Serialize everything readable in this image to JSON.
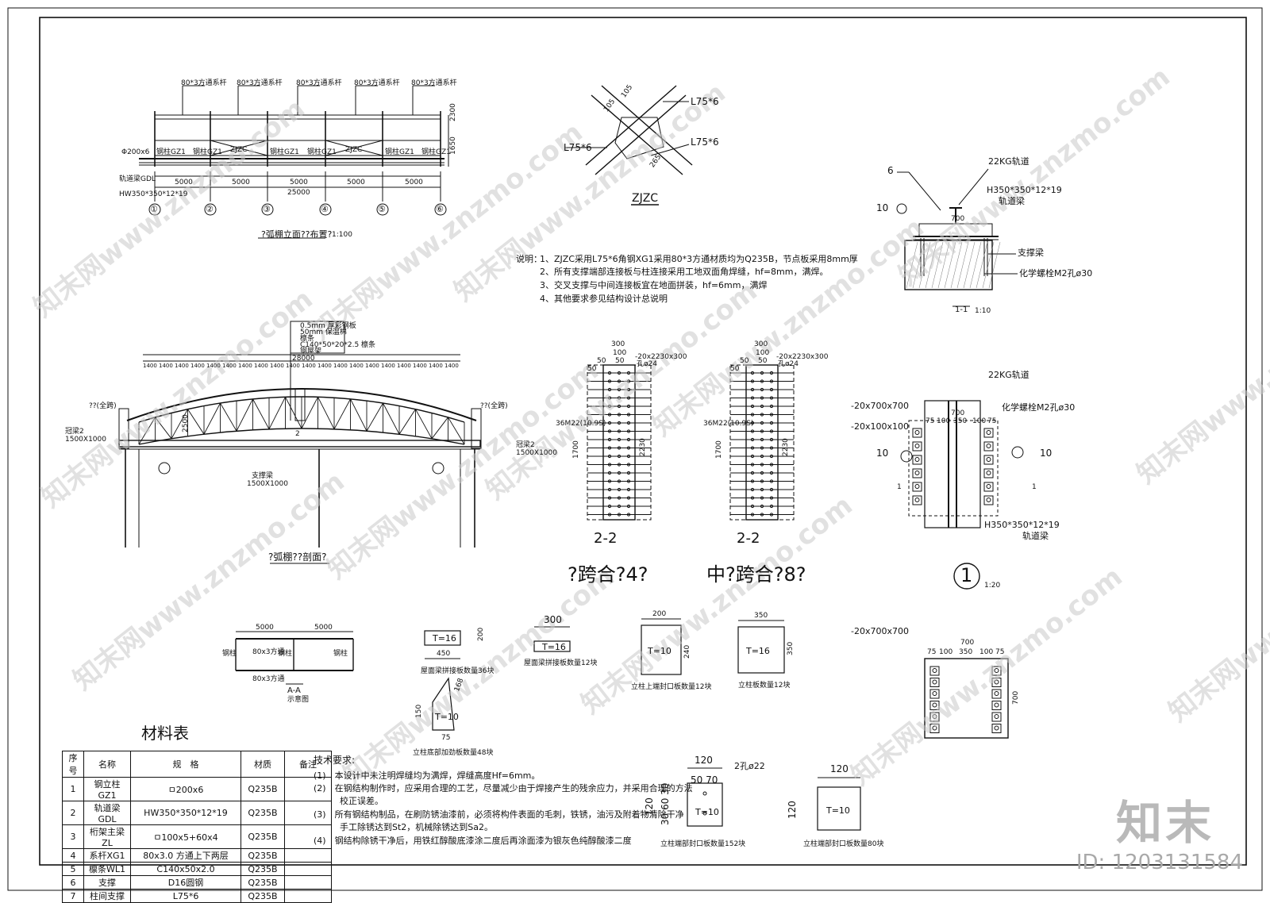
{
  "front_view": {
    "top_labels": [
      "80*3方通系杆",
      "80*3方通系杆",
      "80*3方通系杆",
      "80*3方通系杆",
      "80*3方通系杆"
    ],
    "bays": [
      "5000",
      "5000",
      "5000",
      "5000",
      "5000"
    ],
    "total": "25000",
    "axes": [
      "①",
      "②",
      "③",
      "④",
      "⑤",
      "⑥"
    ],
    "heights": [
      "2300",
      "1650"
    ],
    "brace_label": "ZJZC",
    "gz_labels": [
      "钢柱GZ1",
      "钢柱GZ1",
      "钢柱GZ1",
      "钢柱GZ1",
      "钢柱GZ1",
      "钢柱GZ1"
    ],
    "left_labels": [
      "Φ200x6",
      "轨道梁GDL",
      "HW350*350*12*19"
    ],
    "title": "?弧棚立面??布置?",
    "scale": "1:100"
  },
  "section_view": {
    "layers": [
      "0.5mm 厚彩钢板",
      "50mm 保温棉",
      "檩条",
      "C140*50*20*2.5 檩条",
      "钢屋架"
    ],
    "total": "28000",
    "panels": [
      "1400",
      "1400",
      "1400",
      "1400",
      "1400",
      "1400",
      "1400",
      "1400",
      "1400",
      "1400",
      "1400",
      "1400",
      "1400",
      "1400",
      "1400",
      "1400",
      "1400",
      "1400",
      "1400",
      "1400"
    ],
    "height": "2500",
    "left_tag": "??(全跨)",
    "right_tag": "??(全跨)",
    "beam_left": "冠梁2",
    "beam_left_size": "1500X1000",
    "beam_right": "冠梁2",
    "beam_right_size": "1500X1000",
    "support_beam": "支撑梁",
    "support_beam_size": "1500X1000",
    "cut": "2",
    "title": "?弧棚??剖面?"
  },
  "zjzc": {
    "labels": [
      "L75*6",
      "L75*6",
      "L75*6"
    ],
    "dims": [
      "105",
      "105",
      "265"
    ],
    "title": "ZJZC"
  },
  "notes": {
    "head": "说明：",
    "lines": [
      "1、ZJZC采用L75*6角钢XG1采用80*3方通材质均为Q235B，节点板采用8mm厚",
      "2、所有支撑端部连接板与柱连接采用工地双面角焊缝，hf=8mm，满焊。",
      "3、交叉支撑与中间连接板宜在地面拼装，hf=6mm，满焊",
      "4、其他要求参见结构设计总说明"
    ]
  },
  "detail11": {
    "weld1": "6",
    "weld2": "10",
    "rail": "22KG轨道",
    "beam": "H350*350*12*19",
    "beam2": "轨道梁",
    "width": "700",
    "support": "支撑梁",
    "bolt": "化学螺栓M2孔ø30",
    "title": "1-1",
    "scale": "1:10"
  },
  "plate_left": {
    "top_dims": [
      "300",
      "100",
      "50",
      "50",
      "50"
    ],
    "plate": "-20x2230x300",
    "plate2": "孔ø24",
    "bolt_label": "36M22(10.9S)",
    "side_dims": [
      "1700",
      "2230"
    ],
    "sec": "2-2",
    "title": "?跨合?4?"
  },
  "plate_right": {
    "top_dims": [
      "300",
      "100",
      "50",
      "50",
      "50"
    ],
    "plate": "-20x2230x300",
    "plate2": "孔ø24",
    "bolt_label": "36M22(10.9S)",
    "side_dims": [
      "1700",
      "2230"
    ],
    "sec": "2-2",
    "title": "中?跨合?8?"
  },
  "detail1": {
    "rail": "22KG轨道",
    "plate1": "-20x700x700",
    "plate2": "-20x100x100",
    "bolt": "化学螺栓M2孔ø30",
    "weld": "10",
    "weld_r": "10",
    "width": "700",
    "sub_dims": [
      "75",
      "100",
      "350",
      "100",
      "75"
    ],
    "beam": "H350*350*12*19",
    "beam2": "轨道梁",
    "cut": "1",
    "num": "1",
    "scale": "1:20"
  },
  "detail_plate": {
    "label": "-20x700x700",
    "width": "700",
    "sub_dims": [
      "75",
      "100",
      "350",
      "100",
      "75"
    ],
    "side": "700"
  },
  "aa": {
    "dims": [
      "5000",
      "5000"
    ],
    "labels": [
      "80x3方通",
      "80x3方通"
    ],
    "cols": [
      "钢柱",
      "钢柱",
      "钢柱"
    ],
    "title": "A-A",
    "sub": "示意图"
  },
  "small_parts": [
    {
      "t": "T=16",
      "w": "450",
      "h": "200",
      "cap": "屋面梁拼接板数量36块"
    },
    {
      "t": "T=16",
      "w": "300",
      "cap": "屋面梁拼接板数量12块"
    },
    {
      "t": "T=10",
      "w": "200",
      "h": "240",
      "cap": "立柱上端封口板数量12块"
    },
    {
      "t": "T=16",
      "w": "350",
      "h": "350",
      "cap": "立柱板数量12块"
    },
    {
      "t": "T=10",
      "w": "75",
      "h": "150",
      "d": "168",
      "cap": "立柱底部加劲板数量48块"
    },
    {
      "t": "T=10",
      "w": "120",
      "w2": "50 70",
      "h": "120",
      "h2": "30 60 30",
      "hole": "2孔ø22",
      "cap": "立柱端部封口板数量152块"
    },
    {
      "t": "T=10",
      "w": "120",
      "h": "120",
      "cap": "立柱端部封口板数量80块"
    }
  ],
  "material": {
    "title": "材料表",
    "headers": [
      "序号",
      "名称",
      "规　格",
      "材质",
      "备注"
    ],
    "rows": [
      [
        "1",
        "钢立柱GZ1",
        "ㅁ200x6",
        "Q235B",
        ""
      ],
      [
        "2",
        "轨道梁GDL",
        "HW350*350*12*19",
        "Q235B",
        ""
      ],
      [
        "3",
        "桁架主梁ZL",
        "ㅁ100x5+60x4",
        "Q235B",
        ""
      ],
      [
        "4",
        "系杆XG1",
        "80x3.0 方通上下两层",
        "Q235B",
        ""
      ],
      [
        "5",
        "檩条WL1",
        "C140x50x2.0",
        "Q235B",
        ""
      ],
      [
        "6",
        "支撑",
        "D16圆钢",
        "Q235B",
        ""
      ],
      [
        "7",
        "柱间支撑",
        "L75*6",
        "Q235B",
        ""
      ]
    ]
  },
  "tech": {
    "title": "技术要求:",
    "lines": [
      "(1)　本设计中未注明焊缝均为满焊，焊缝高度Hf=6mm。",
      "(2)　在钢结构制作时，应采用合理的工艺，尽量减少由于焊接产生的残余应力，并采用合理的方法",
      "　　　校正误差。",
      "(3)　所有钢结构制品，在刷防锈油漆前，必须将构件表面的毛刺，铁锈，油污及附着物清除干净",
      "　　　手工除锈达到St2，机械除锈达到Sa2。",
      "(4)　钢结构除锈干净后，用铁红醇酸底漆涂二度后再涂面漆为银灰色纯醇酸漆二度"
    ]
  },
  "watermark": "知末网www.znzmo.com",
  "brand": "知末",
  "id": "ID: 1203131584"
}
